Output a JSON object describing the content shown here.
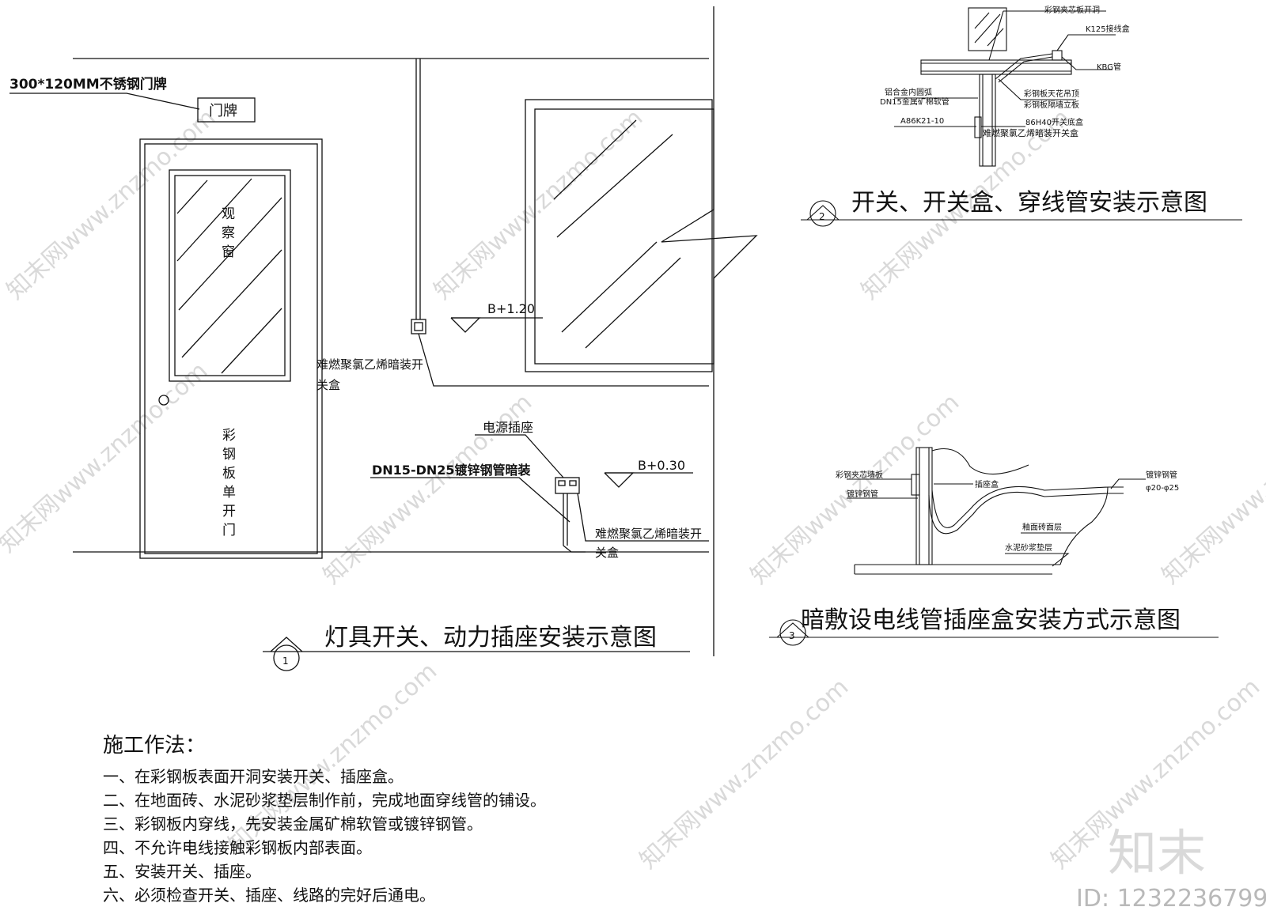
{
  "fig1": {
    "plate_label": "300*120MM不锈钢门牌",
    "plate_text": "门牌",
    "window_text": "观察窗",
    "door_text": "彩钢板单开门",
    "switch_elev": "B+1.20",
    "switch_box_label_1": "难燃聚氯乙烯暗装开",
    "switch_box_label_2": "关盒",
    "socket_label": "电源插座",
    "pipe_label": "DN15-DN25镀锌钢管暗装",
    "socket_elev": "B+0.30",
    "socket_box_label_1": "难燃聚氯乙烯暗装开",
    "socket_box_label_2": "关盒",
    "title": "灯具开关、动力插座安装示意图",
    "number": "1"
  },
  "fig2": {
    "l_hole": "彩钢夹芯板开洞",
    "l_k125": "K125接线盒",
    "l_kbg": "KBG管",
    "l_al_1": "铝合金内圆弧",
    "l_al_2": "DN15金属矿棉软管",
    "l_ceiling_1": "彩钢板天花吊顶",
    "l_ceiling_2": "彩钢板隔墙立板",
    "l_a86": "A86K21-10",
    "l_86h40": "86H40开关底盒",
    "l_pvc": "难燃聚氯乙烯暗装开关盒",
    "title": "开关、开关盒、穿线管安装示意图",
    "number": "2"
  },
  "fig3": {
    "l_wall": "彩钢夹芯墙板",
    "l_pipe": "镀锌钢管",
    "l_socket": "插座盒",
    "l_galv_1": "镀锌钢管",
    "l_galv_2": "φ20-φ25",
    "l_tile": "釉面砖面层",
    "l_mortar": "水泥砂浆垫层",
    "title": "暗敷设电线管插座盒安装方式示意图",
    "number": "3"
  },
  "notes": {
    "title": "施工作法：",
    "items": [
      "一、在彩钢板表面开洞安装开关、插座盒。",
      "二、在地面砖、水泥砂浆垫层制作前，完成地面穿线管的铺设。",
      "三、彩钢板内穿线，先安装金属矿棉软管或镀锌钢管。",
      "四、不允许电线接触彩钢板内部表面。",
      "五、安装开关、插座。",
      "六、必须检查开关、插座、线路的完好后通电。"
    ]
  },
  "watermark": {
    "text": "知末网www.znzmo.com",
    "brand": "知末",
    "id": "ID: 1232236799"
  }
}
